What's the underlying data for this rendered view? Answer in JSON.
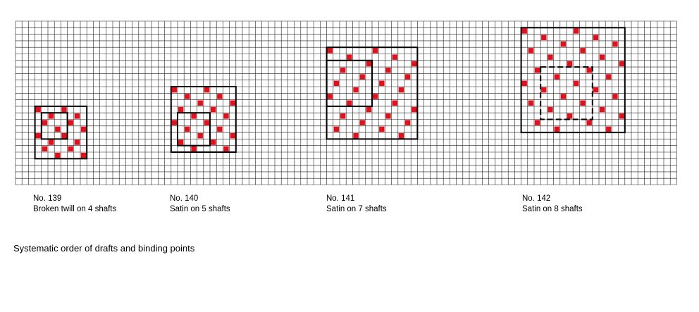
{
  "colors": {
    "grid_line": "#222222",
    "binding_point": "#e0101c",
    "frame": "#000000"
  },
  "drafts": [
    {
      "number": "No. 139",
      "description": "Broken twill on 4 shafts",
      "repeat": 4,
      "binding_points": [
        [
          0,
          0
        ],
        [
          1,
          2
        ],
        [
          2,
          1
        ],
        [
          3,
          3
        ]
      ],
      "repeats_drawn": 2,
      "inner_frame_offset": [
        1,
        1
      ],
      "inner_frame_dashed": false
    },
    {
      "number": "No. 140",
      "description": "Satin on 5 shafts",
      "repeat": 5,
      "binding_points": [
        [
          0,
          0
        ],
        [
          1,
          2
        ],
        [
          2,
          4
        ],
        [
          3,
          1
        ],
        [
          4,
          3
        ]
      ],
      "repeats_drawn": 2,
      "inner_frame_offset": [
        4,
        1
      ],
      "inner_frame_dashed": false
    },
    {
      "number": "No. 141",
      "description": "Satin on 7 shafts",
      "repeat": 7,
      "binding_points": [
        [
          0,
          0
        ],
        [
          1,
          3
        ],
        [
          2,
          6
        ],
        [
          3,
          2
        ],
        [
          4,
          5
        ],
        [
          5,
          1
        ],
        [
          6,
          4
        ]
      ],
      "repeats_drawn": 2,
      "inner_frame_offset": [
        2,
        0
      ],
      "inner_frame_dashed": false
    },
    {
      "number": "No. 142",
      "description": "Satin on 8 shafts",
      "repeat": 8,
      "binding_points": [
        [
          0,
          0
        ],
        [
          1,
          3
        ],
        [
          2,
          6
        ],
        [
          3,
          1
        ],
        [
          4,
          4
        ],
        [
          5,
          7
        ],
        [
          6,
          2
        ],
        [
          7,
          5
        ]
      ],
      "repeats_drawn": 2,
      "inner_frame_offset": [
        6,
        3
      ],
      "inner_frame_dashed": true
    }
  ],
  "footer": "Systematic order of drafts and binding points"
}
